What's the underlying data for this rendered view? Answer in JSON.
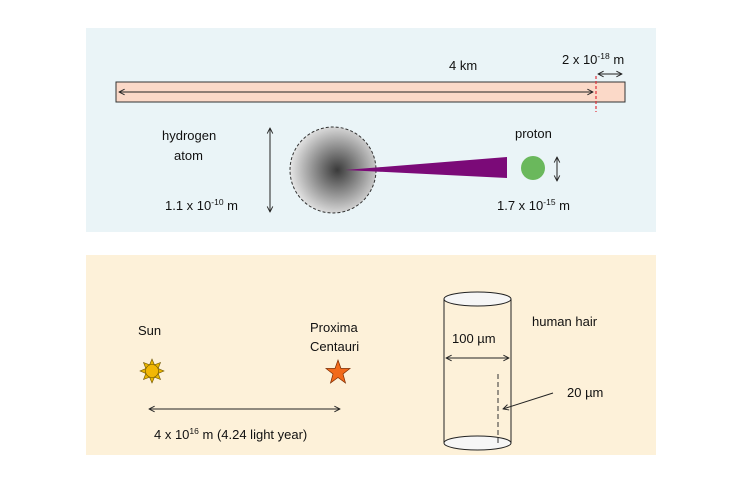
{
  "top_panel": {
    "bar_length_label": "4 km",
    "slice": {
      "base": "2 x 10",
      "exp": "-18",
      "unit": " m"
    },
    "atom_label_line1": "hydrogen",
    "atom_label_line2": "atom",
    "atom_size": {
      "base": "1.1 x 10",
      "exp": "-10",
      "unit": " m"
    },
    "proton_label": "proton",
    "proton_size": {
      "base": "1.7 x 10",
      "exp": "-15",
      "unit": " m"
    }
  },
  "bottom_panel": {
    "sun_label": "Sun",
    "star_label_line1": "Proxima",
    "star_label_line2": "Centauri",
    "distance": {
      "base": "4 x 10",
      "exp": "16",
      "unit": " m (4.24 light year)"
    },
    "hair_label": "human hair",
    "hair_diameter": "100 µm",
    "hair_inner": "20 µm"
  },
  "colors": {
    "top_bg": "#eaf4f7",
    "bottom_bg": "#fdf1d9",
    "bar_fill": "#fbd9c8",
    "wedge": "#7b0a78",
    "proton": "#6ab85c",
    "star": "#f26a1b",
    "sun": "#f2b705"
  }
}
